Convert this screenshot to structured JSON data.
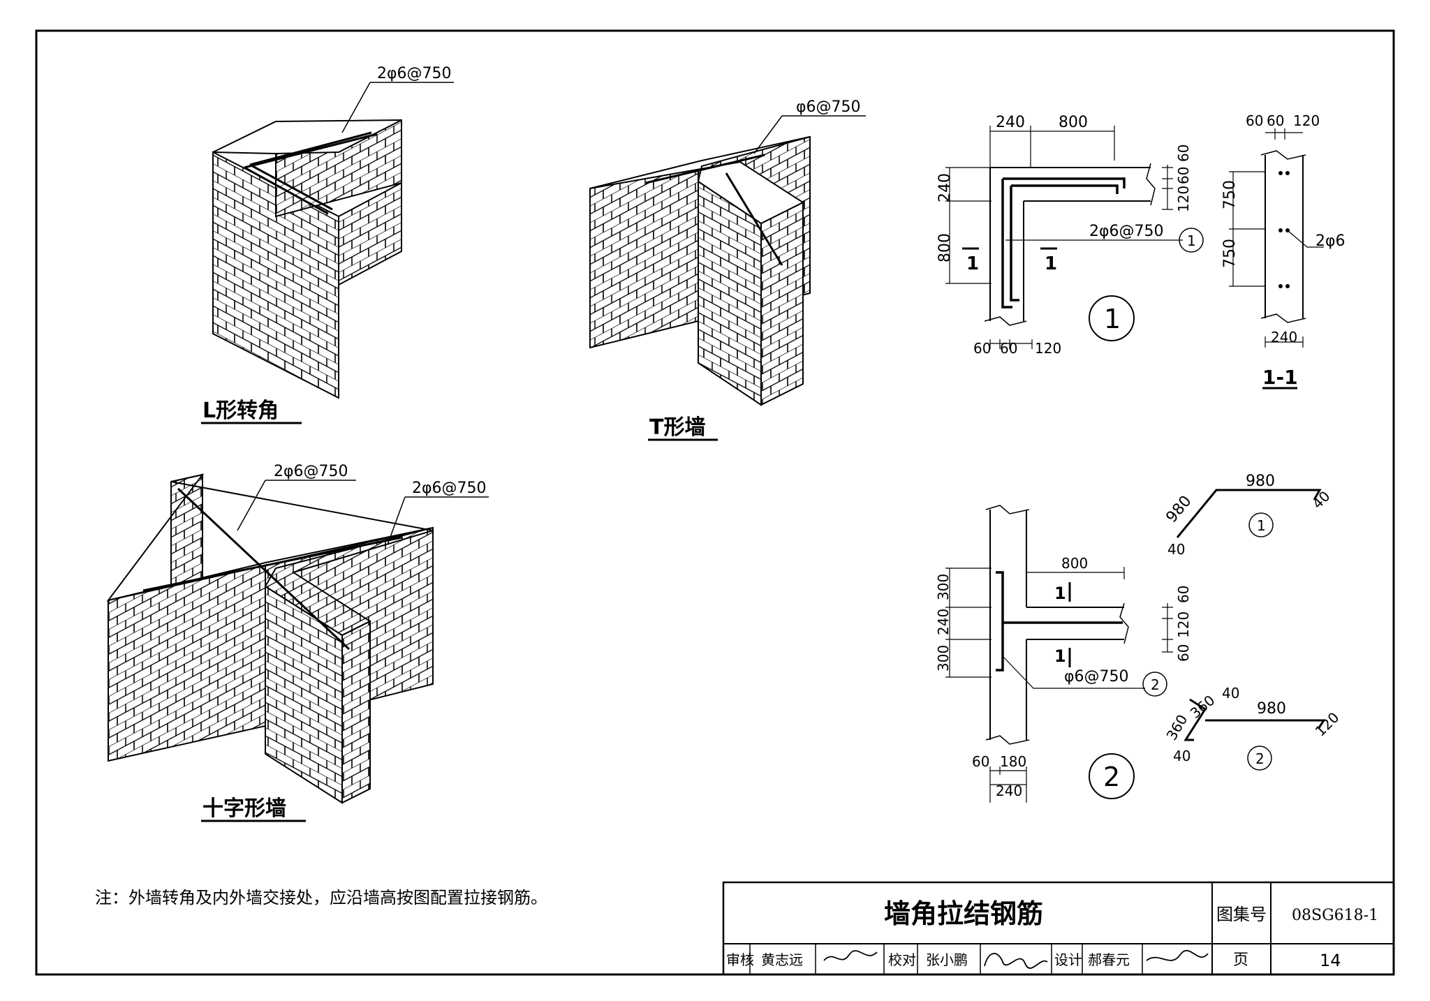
{
  "figures": {
    "l_corner": {
      "title": "L形转角",
      "rebar_label": "2φ6@750"
    },
    "t_wall": {
      "title": "T形墙",
      "rebar_label": "φ6@750"
    },
    "cross_wall": {
      "title": "十字形墙",
      "rebar_label_1": "2φ6@750",
      "rebar_label_2": "2φ6@750"
    }
  },
  "detail_1": {
    "dim_top_a": "240",
    "dim_top_b": "800",
    "dim_left_a": "240",
    "dim_left_b": "800",
    "dim_right_a": "60",
    "dim_right_b": "60",
    "dim_right_c": "120",
    "dim_bottom_a": "60",
    "dim_bottom_b": "60",
    "dim_bottom_c": "120",
    "section_mark": "1",
    "rebar_label": "2φ6@750",
    "callout": "1"
  },
  "section_1_1": {
    "dim_top_a": "60",
    "dim_top_b": "60",
    "dim_top_c": "120",
    "dim_v_a": "750",
    "dim_v_b": "750",
    "dim_bottom": "240",
    "rebar_label": "2φ6",
    "title": "1-1"
  },
  "bar_1": {
    "len_main": "980",
    "len_side": "980",
    "hook_a": "40",
    "hook_b": "40",
    "callout": "1"
  },
  "detail_2": {
    "dim_top": "800",
    "dim_left_a": "300",
    "dim_left_b": "240",
    "dim_left_c": "300",
    "dim_right_a": "60",
    "dim_right_b": "120",
    "dim_right_c": "60",
    "dim_bottom_a": "60",
    "dim_bottom_b": "180",
    "dim_bottom_c": "240",
    "section_mark": "1",
    "rebar_label": "φ6@750",
    "callout": "2"
  },
  "bar_2": {
    "len_a": "360",
    "len_b": "360",
    "hook_top": "40",
    "len_main": "980",
    "hook_end": "120",
    "hook_bottom": "40",
    "callout": "2"
  },
  "note": "注：外墙转角及内外墙交接处，应沿墙高按图配置拉接钢筋。",
  "title_block": {
    "drawing_title": "墙角拉结钢筋",
    "atlas_label": "图集号",
    "atlas_no": "08SG618-1",
    "page_label": "页",
    "page_no": "14",
    "review_label": "审核",
    "reviewer": "黄志远",
    "check_label": "校对",
    "checker": "张小鹏",
    "design_label": "设计",
    "designer": "郝春元"
  }
}
